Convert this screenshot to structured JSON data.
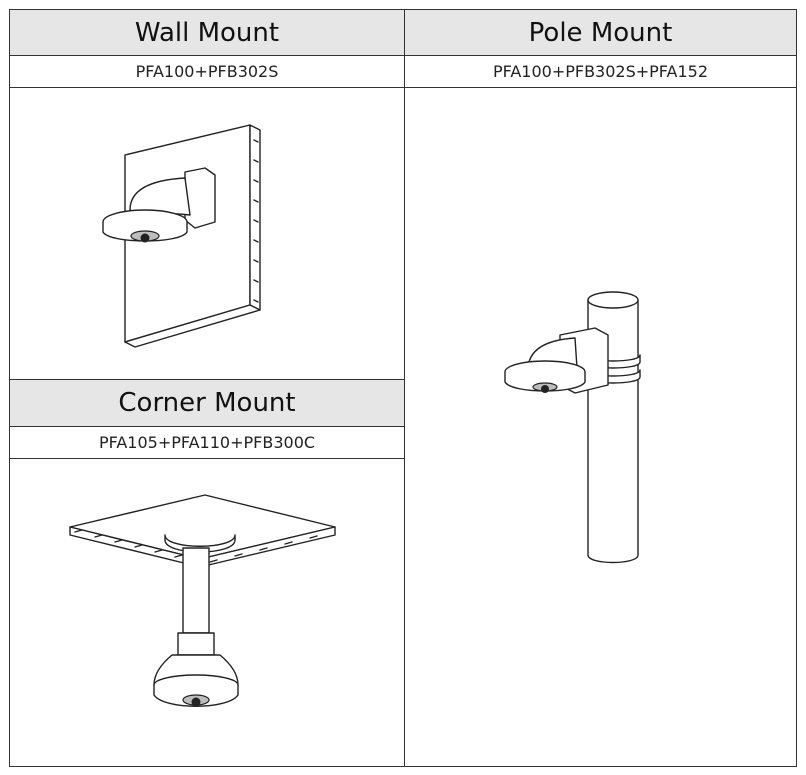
{
  "wall": {
    "title": "Wall Mount",
    "model": "PFA100+PFB302S"
  },
  "pole": {
    "title": "Pole Mount",
    "model": "PFA100+PFB302S+PFA152"
  },
  "corner": {
    "title": "Corner Mount",
    "model": "PFA105+PFA110+PFB300C"
  },
  "icons": [
    "wall-mount-illustration",
    "pole-mount-illustration",
    "corner-mount-illustration"
  ]
}
